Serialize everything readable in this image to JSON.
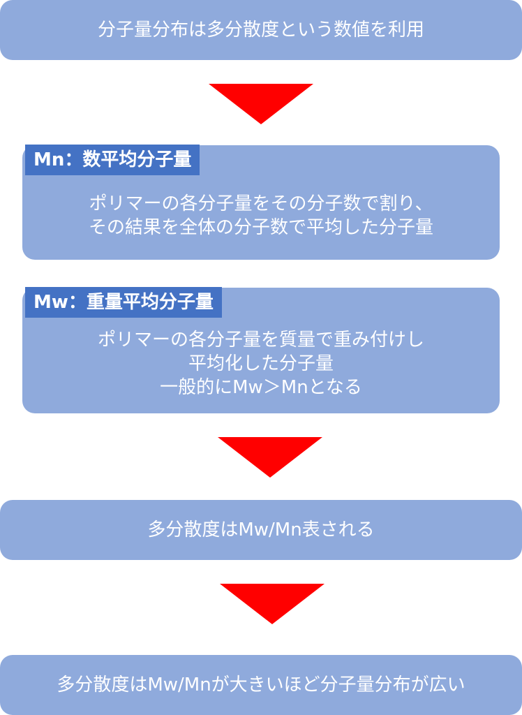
{
  "colors": {
    "box_fill": "#8faadc",
    "tag_fill": "#4472c4",
    "arrow_fill": "#ff0000",
    "text": "#ffffff"
  },
  "step1": {
    "text": "分子量分布は多分散度という数値を利用"
  },
  "step2": {
    "tag": "Mn：数平均分子量",
    "lines": [
      "ポリマーの各分子量をその分子数で割り、",
      "その結果を全体の分子数で平均した分子量"
    ]
  },
  "step3": {
    "tag": "Mw：重量平均分子量",
    "lines": [
      "ポリマーの各分子量を質量で重み付けし",
      "平均化した分子量",
      "一般的にMw＞Mnとなる"
    ]
  },
  "step4": {
    "text": "多分散度はMw/Mn表される"
  },
  "step5": {
    "text": "多分散度はMw/Mnが大きいほど分子量分布が広い"
  }
}
